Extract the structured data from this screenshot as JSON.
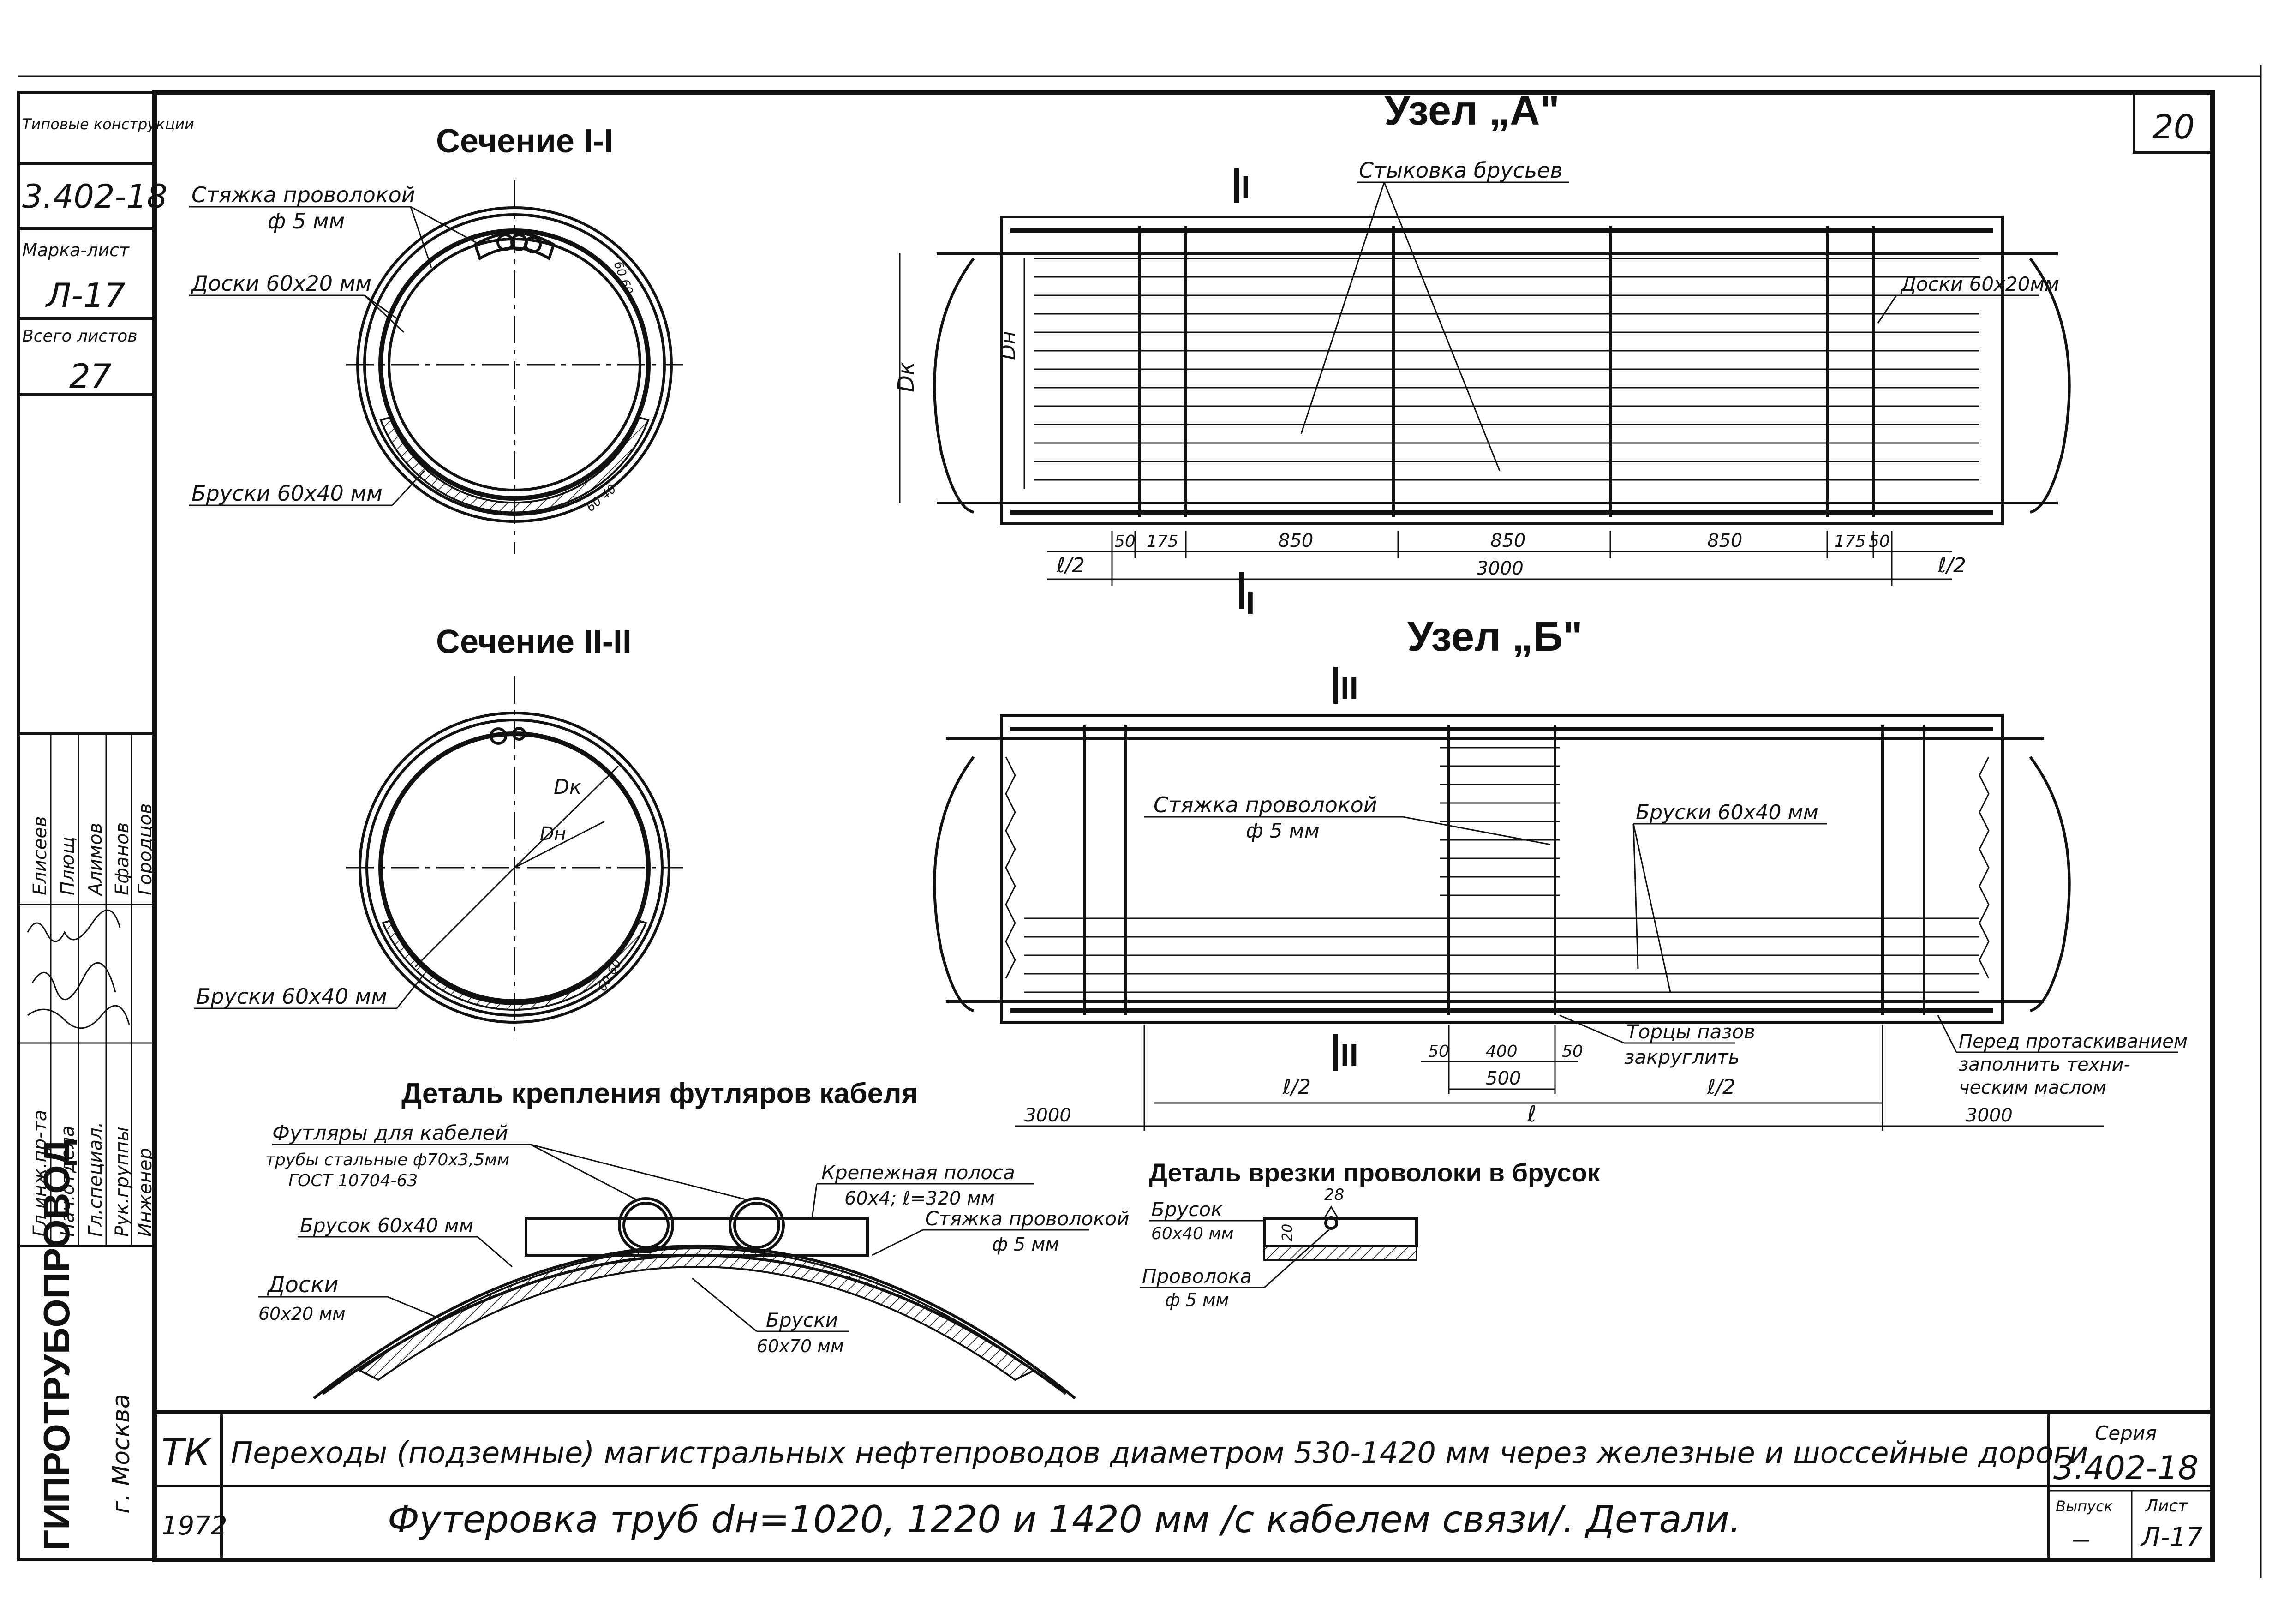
{
  "sheet_number": "20",
  "left_strip": {
    "typ_label": "Типовые конструкции",
    "typ_value": "3.402-18",
    "mark_label": "Марка-лист",
    "mark_value": "Л-17",
    "total_label": "Всего листов",
    "total_value": "27",
    "roles": [
      "Гл.инж.пр-та",
      "Нач.отдела",
      "Гл.специал.",
      "Рук.группы",
      "Инженер"
    ],
    "names": [
      "Елисеев",
      "Плющ",
      "Алимов",
      "Ефанов",
      "Городцов"
    ],
    "org": "ГИПРОТРУБОПРОВОД",
    "city": "г. Москва"
  },
  "section1": {
    "title": "Сечение I-I",
    "wire_label": "Стяжка проволокой",
    "wire_dia": "ф 5 мм",
    "boards_label": "Доски 60х20 мм",
    "bars_label": "Бруски 60х40 мм",
    "dim_a": "60 60",
    "dim_b": "60 40"
  },
  "section2": {
    "title": "Сечение II-II",
    "dk_label": "Dк",
    "dn_label": "Dн",
    "bars_label": "Бруски 60х40 мм",
    "dim": "60 60"
  },
  "node_a": {
    "title": "Узел „А\"",
    "joint_label": "Стыковка брусьев",
    "boards_label": "Доски 60х20мм",
    "dk": "Dк",
    "dn": "Dн",
    "cut_label": "I",
    "dims": [
      "50",
      "175",
      "850",
      "850",
      "850",
      "175",
      "50"
    ],
    "total": "3000",
    "half_l": "ℓ/2"
  },
  "node_b": {
    "title": "Узел „Б\"",
    "wire_label": "Стяжка проволокой",
    "wire_dia": "ф 5 мм",
    "bars_label": "Бруски 60х40 мм",
    "ends_label_1": "Торцы пазов",
    "ends_label_2": "закруглить",
    "note_1": "Перед протаскиванием",
    "note_2": "заполнить техни-",
    "note_3": "ческим маслом",
    "cut_label": "II",
    "dims": [
      "50",
      "400",
      "50"
    ],
    "dim_500": "500",
    "left_3000": "3000",
    "right_3000": "3000",
    "half_l": "ℓ/2",
    "l": "ℓ"
  },
  "detail_cable": {
    "title": "Деталь крепления футляров кабеля",
    "cases_1": "Футляры для кабелей",
    "cases_2": "трубы стальные ф70х3,5мм",
    "cases_3": "ГОСТ 10704-63",
    "strip_1": "Крепежная полоса",
    "strip_2": "60х4; ℓ=320 мм",
    "bar_1": "Брусок 60х40 мм",
    "wire_1": "Стяжка проволокой",
    "wire_2": "ф 5 мм",
    "boards_1": "Доски",
    "boards_2": "60х20 мм",
    "bars2_1": "Бруски",
    "bars2_2": "60х70 мм"
  },
  "detail_wire": {
    "title": "Деталь врезки проволоки в брусок",
    "bar_1": "Брусок",
    "bar_2": "60х40 мм",
    "wire_1": "Проволока",
    "wire_2": "ф 5 мм",
    "dim_28": "28",
    "dim_20": "20"
  },
  "title_block": {
    "tk": "ТК",
    "year": "1972",
    "line1": "Переходы (подземные) магистральных нефтепроводов диаметром 530-1420 мм через железные и шоссейные дороги",
    "line2": "Футеровка труб dн=1020, 1220 и 1420 мм /с кабелем связи/. Детали.",
    "series_label": "Серия",
    "series_value": "3.402-18",
    "issue_label": "Выпуск",
    "issue_value": "—",
    "sheet_label": "Лист",
    "sheet_value": "Л-17"
  }
}
